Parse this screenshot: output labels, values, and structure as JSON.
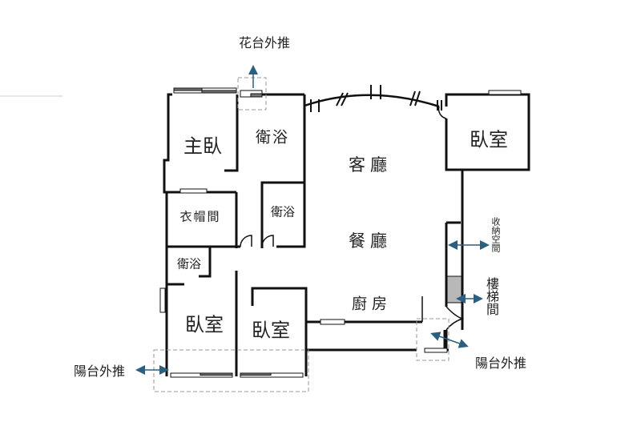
{
  "colors": {
    "wall": "#111111",
    "arrow": "#2a5f80",
    "dashed": "#999999",
    "stair": "#b8b8b8"
  },
  "annotations": {
    "flower_box": "花台外推",
    "balcony_left": "陽台外推",
    "balcony_right": "陽台外推",
    "storage": "收納空間",
    "stairs": "樓梯間"
  },
  "rooms": {
    "master_bedroom": "主臥",
    "master_bath": "衛浴",
    "living_room": "客廳",
    "bedroom_ne": "臥室",
    "walk_in_closet": "衣帽間",
    "bath_2": "衛浴",
    "dining_room": "餐廳",
    "bath_3": "衛浴",
    "kitchen": "廚房",
    "bedroom_sw": "臥室",
    "bedroom_s": "臥室"
  }
}
